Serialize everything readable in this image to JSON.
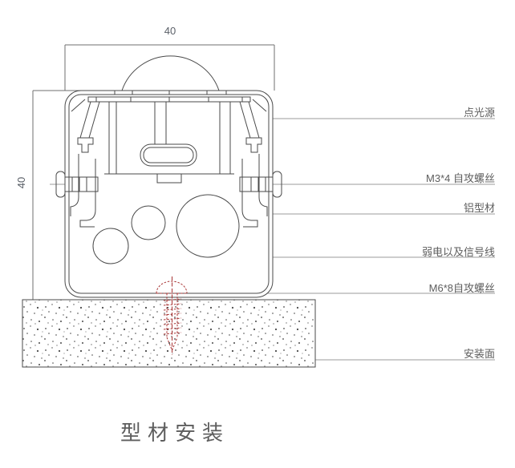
{
  "diagram": {
    "title": "型材安装",
    "dimensions": {
      "top_width": "40",
      "left_height": "40"
    },
    "labels": [
      {
        "id": "point-light-source",
        "text": "点光源"
      },
      {
        "id": "m3-self-tapping-screw",
        "text": "M3*4 自攻螺丝"
      },
      {
        "id": "aluminum-profile",
        "text": "铝型材"
      },
      {
        "id": "low-voltage-signal-wires",
        "text": "弱电以及信号线"
      },
      {
        "id": "m6-self-tapping-screw",
        "text": "M6*8自攻螺丝"
      },
      {
        "id": "mounting-surface",
        "text": "安装面"
      }
    ],
    "colors": {
      "drawing_line": "#4a4a4a",
      "leader_line": "#9b9b9b",
      "dimension_line": "#6f6f6f",
      "screw_highlight_red": "#a83434",
      "text_gray": "#5d5d5d"
    }
  }
}
